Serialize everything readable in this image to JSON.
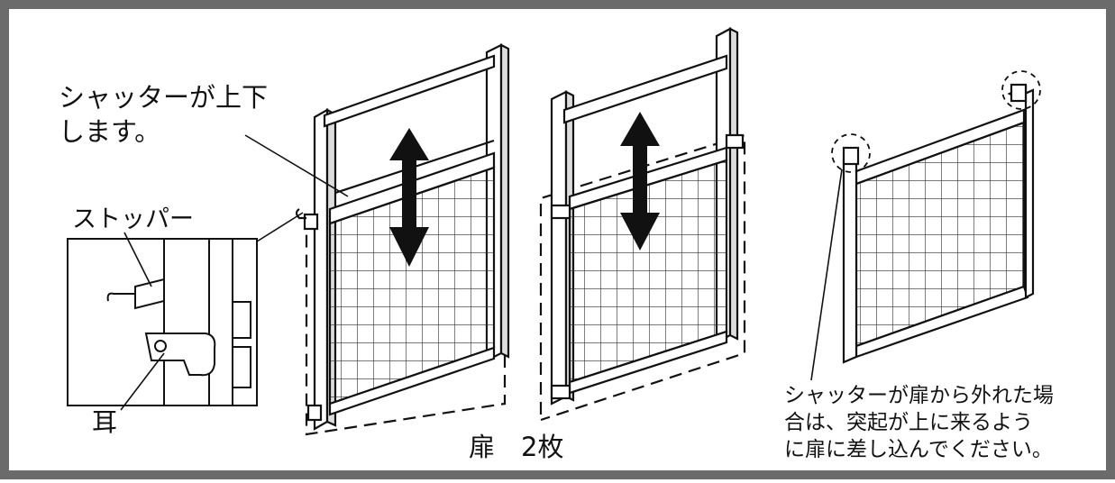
{
  "labels": {
    "shutter_moves_line1": "シャッターが上下",
    "shutter_moves_line2": "します。",
    "stopper": "ストッパー",
    "ear": "耳",
    "caption": "扉　2枚",
    "note_line1": "シャッターが扉から外れた場",
    "note_line2": "合は、突起が上に来るよう",
    "note_line3": "に扉に差し込んでください。"
  },
  "colors": {
    "background": "#ffffff",
    "ink": "#111111",
    "frame_gray": "#6b6b6b",
    "mesh": "#2a2a2a"
  },
  "icons": {
    "arrow_left_gate": "double-vertical-arrow",
    "arrow_middle_gate": "double-vertical-arrow"
  }
}
